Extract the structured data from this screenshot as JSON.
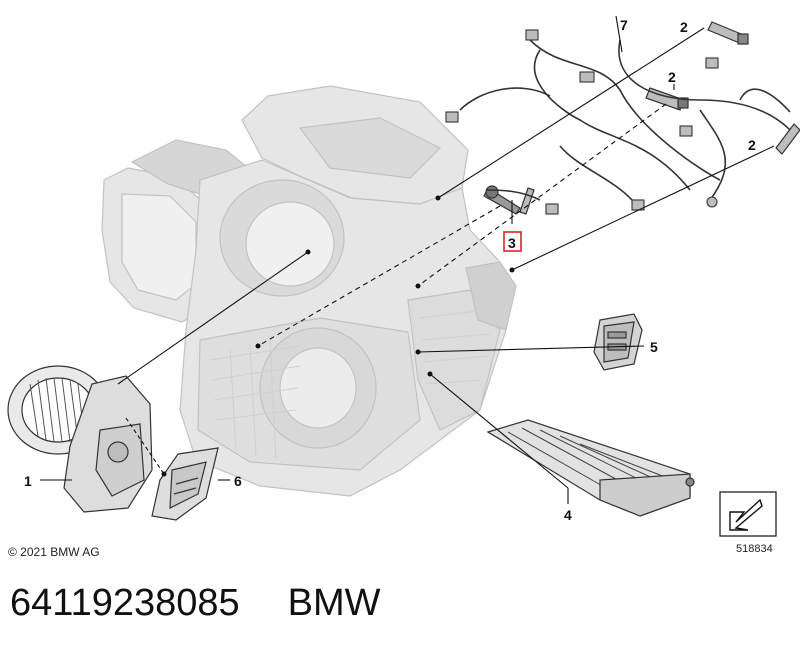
{
  "diagram": {
    "callouts": [
      {
        "id": "c1",
        "label": "1"
      },
      {
        "id": "c2a",
        "label": "2"
      },
      {
        "id": "c2b",
        "label": "2"
      },
      {
        "id": "c2c",
        "label": "2"
      },
      {
        "id": "c3",
        "label": "3",
        "highlighted": true
      },
      {
        "id": "c4",
        "label": "4"
      },
      {
        "id": "c5",
        "label": "5"
      },
      {
        "id": "c6",
        "label": "6"
      },
      {
        "id": "c7",
        "label": "7"
      }
    ],
    "copyright": "© 2021 BMW AG",
    "reference_number": "518834",
    "highlight_color": "#d9262c",
    "line_color": "#111111",
    "part_fill_color": "#e4e4e4",
    "part_stroke_color": "#bdbdbd"
  },
  "footer": {
    "part_number": "64119238085",
    "brand": "BMW"
  }
}
